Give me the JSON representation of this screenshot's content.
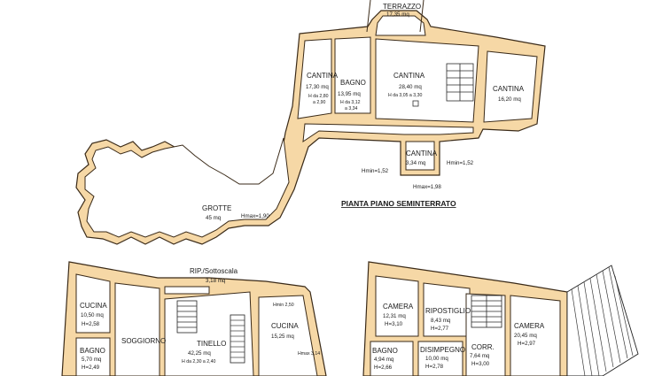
{
  "title": "PIANTA PIANO SEMINTERRATO",
  "seminterrato": {
    "terrazzo": {
      "name": "TERRAZZO",
      "area": "17,35 mq"
    },
    "cantina_1": {
      "name": "CANTINA",
      "area": "17,30 mq",
      "h1": "H da 2,80",
      "h2": "a 2,90"
    },
    "bagno": {
      "name": "BAGNO",
      "area": "13,95 mq",
      "h1": "H da 3,12",
      "h2": "a 3,34"
    },
    "cantina_2": {
      "name": "CANTINA",
      "area": "28,40 mq",
      "h1": "H da 3,05 a 3,30"
    },
    "cantina_3": {
      "name": "CANTINA",
      "area": "16,20 mq"
    },
    "cantina_4": {
      "name": "CANTINA",
      "area": "3,34 mq",
      "hmin_left": "Hmin=1,52",
      "hmin_right": "Hmin=1,52",
      "hmax": "Hmax=1,98"
    },
    "grotte": {
      "name": "GROTTE",
      "area": "45 mq",
      "hmax": "Hmax=1,90"
    }
  },
  "piano_left": {
    "rip": {
      "name": "RIP./Sottoscala",
      "area": "3,18 mq"
    },
    "cucina_a": {
      "name": "CUCINA",
      "area": "10,50 mq",
      "h": "H=2,58"
    },
    "soggiorno": {
      "name": "SOGGIORNO"
    },
    "tinello": {
      "name": "TINELLO",
      "area": "42,25 mq",
      "h": "H da 2,30 a 2,40"
    },
    "cucina_b": {
      "name": "CUCINA",
      "area": "15,25 mq",
      "hmin": "Hmin 2,50",
      "hmax": "Hmax 3,14"
    },
    "bagno": {
      "name": "BAGNO",
      "area": "5,70 mq",
      "h": "H=2,49"
    }
  },
  "piano_right": {
    "camera_a": {
      "name": "CAMERA",
      "area": "12,31 mq",
      "h": "H=3,10"
    },
    "ripostiglio": {
      "name": "RIPOSTIGLIO",
      "area": "8,43 mq",
      "h": "H=2,77"
    },
    "camera_b": {
      "name": "CAMERA",
      "area": "20,45 mq",
      "h": "H=2,97"
    },
    "bagno": {
      "name": "BAGNO",
      "area": "4,94 mq",
      "h": "H=2,66"
    },
    "disimpegno": {
      "name": "DISIMPEGNO",
      "area": "10,00 mq",
      "h": "H=2,78"
    },
    "corr": {
      "name": "CORR.",
      "area": "7,64 mq",
      "h": "H=3,00"
    }
  }
}
